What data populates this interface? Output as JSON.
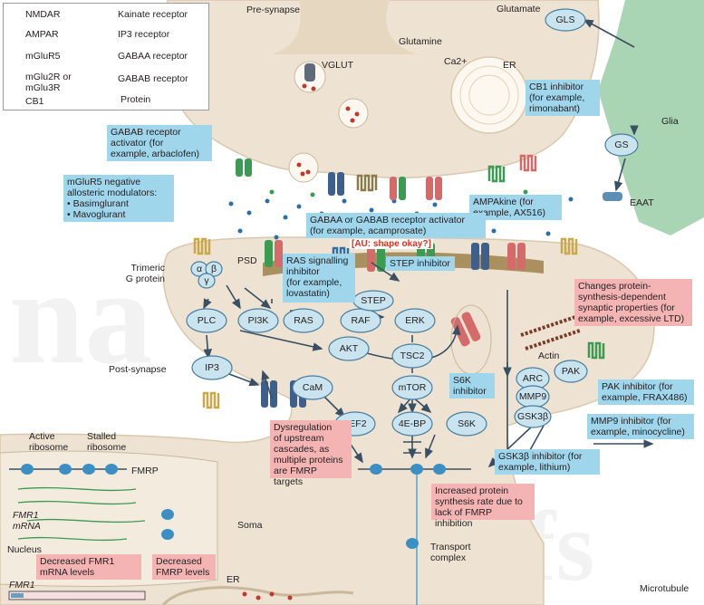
{
  "legend": {
    "nmdar": "NMDAR",
    "ampar": "AMPAR",
    "mglur5": "mGluR5",
    "mglur23": "mGlu2R or\nmGlu3R",
    "cb1": "CB1",
    "kainate": "Kainate receptor",
    "ip3r": "IP3 receptor",
    "gabaa": "GABAA receptor",
    "gabab": "GABAB receptor",
    "protein": "Protein"
  },
  "labels": {
    "presynapse": "Pre-synapse",
    "glutamate": "Glutamate",
    "glutamine": "Glutamine",
    "gls": "GLS",
    "vglut": "VGLUT",
    "ca": "Ca2+",
    "er_top": "ER",
    "glia": "Glia",
    "gs": "GS",
    "eaat": "EAAT",
    "psd": "PSD",
    "trimeric": "Trimeric\nG protein",
    "alpha": "α",
    "beta": "β",
    "gamma": "γ",
    "postsynapse": "Post-synapse",
    "actin": "Actin",
    "active_ribosome": "Active\nribosome",
    "stalled_ribosome": "Stalled\nribosome",
    "fmrp": "FMRP",
    "fmr1_mrna": "FMR1\nmRNA",
    "nucleus": "Nucleus",
    "soma": "Soma",
    "er_bottom": "ER",
    "fmr1_gene": "FMR1",
    "transport": "Transport\ncomplex",
    "microtubule": "Microtubule"
  },
  "nodes": {
    "plc": "PLC",
    "pi3k": "PI3K",
    "ras": "RAS",
    "raf": "RAF",
    "step": "STEP",
    "erk": "ERK",
    "akt": "AKT",
    "tsc2": "TSC2",
    "ip3": "IP3",
    "cam": "CaM",
    "mtor": "mTOR",
    "eef2": "eEF2",
    "4ebp": "4E-BP",
    "s6k": "S6K",
    "arc": "ARC",
    "mmp9": "MMP9",
    "gsk3b": "GSK3β",
    "pak": "PAK"
  },
  "boxes": {
    "cb1_inhibitor": "CB1 inhibitor\n(for example,\nrimonabant)",
    "gabab_activator": "GABAB receptor\nactivator (for\nexample, arbaclofen)",
    "mglur5_nam": "mGluR5 negative\nallosteric modulators:\n• Basimglurant\n• Mavoglurant",
    "ampakine": "AMPAkine  (for\nexample, AX516)",
    "gaba_activator": "GABAA or GABAB receptor activator\n(for example, acamprosate)",
    "ras_inhibitor": "RAS signalling\ninhibitor\n(for example,\nlovastatin)",
    "step_inhibitor": "STEP inhibitor",
    "s6k_inhibitor": "S6K\ninhibitor",
    "pak_inhibitor": "PAK inhibitor (for\nexample, FRAX486)",
    "mmp9_inhibitor": "MMP9 inhibitor (for\nexample, minocycline)",
    "gsk3b_inhibitor": "GSK3β inhibitor (for\nexample, lithium)",
    "changes_protein": "Changes protein-\nsynthesis-dependent\nsynaptic properties (for\nexample, excessive LTD)",
    "dysregulation": "Dysregulation\nof upstream\ncascades, as\nmultiple proteins\nare FMRP targets",
    "increased_protein": "Increased protein\nsynthesis rate due to\nlack of FMRP inhibition",
    "decreased_mrna": "Decreased FMR1\nmRNA levels",
    "decreased_fmrp": "Decreased\nFMRP levels"
  },
  "au_note": "[AU: shape okay?]",
  "colors": {
    "cell": "#eee3d2",
    "cell_edge": "#d8c8ad",
    "glia": "#a9d5b4",
    "node": "#c9e3ef",
    "node_edge": "#4a7ea0",
    "blue_box": "#9fd6ec",
    "pink_box": "#f4b4b4",
    "arrow": "#3a4f63",
    "red": "#c0392b",
    "green": "#3d9a52"
  }
}
